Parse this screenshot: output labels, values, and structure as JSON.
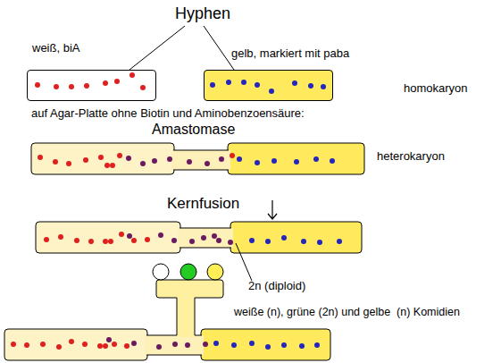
{
  "diagram": {
    "title": "Hyphen",
    "nodes": [
      {
        "text": [
          "weiß, biA"
        ]
      },
      {
        "text": [
          "gelb, markiert mit paba"
        ]
      }
    ],
    "labels": [
      "homokaryon",
      "auf Agar-Platte ohne Biotin und Aminobenzoensäure:",
      "Amastomase",
      "heterokaryon",
      "Kernfusion",
      "2n (diploid)",
      "weiße (n), grüne (2n) und gelbe  (n) Komidien"
    ]
  }
}
